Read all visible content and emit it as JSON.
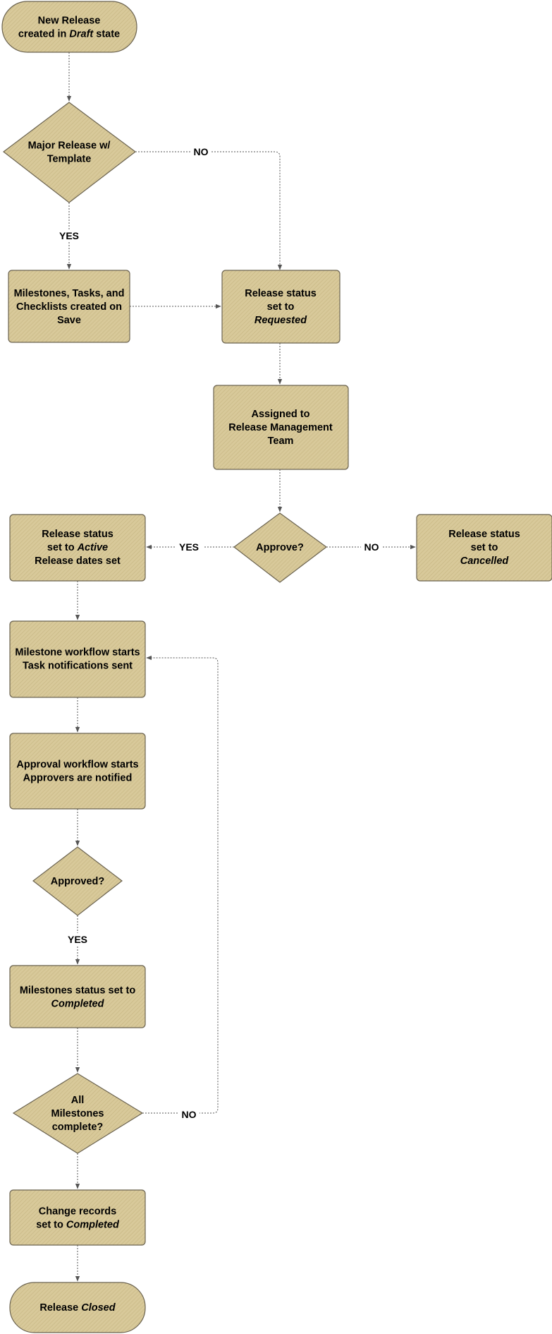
{
  "colors": {
    "node_fill": "#d8c99a",
    "node_hatch": "#c6b581",
    "node_stroke": "#6b6350",
    "connector": "#555555"
  },
  "nodes": {
    "start": {
      "lines": [
        [
          {
            "t": "New Release"
          }
        ],
        [
          {
            "t": "created in "
          },
          {
            "t": "Draft",
            "i": true
          },
          {
            "t": " state"
          }
        ]
      ]
    },
    "major": {
      "lines": [
        [
          {
            "t": "Major Release w/"
          }
        ],
        [
          {
            "t": "Template"
          }
        ]
      ]
    },
    "milestones": {
      "lines": [
        [
          {
            "t": "Milestones, Tasks, and"
          }
        ],
        [
          {
            "t": "Checklists created on"
          }
        ],
        [
          {
            "t": "Save"
          }
        ]
      ]
    },
    "requested": {
      "lines": [
        [
          {
            "t": "Release status"
          }
        ],
        [
          {
            "t": "set to"
          }
        ],
        [
          {
            "t": "Requested",
            "i": true
          }
        ]
      ]
    },
    "assigned": {
      "lines": [
        [
          {
            "t": "Assigned to"
          }
        ],
        [
          {
            "t": "Release Management"
          }
        ],
        [
          {
            "t": "Team"
          }
        ]
      ]
    },
    "approve": {
      "lines": [
        [
          {
            "t": "Approve?"
          }
        ]
      ]
    },
    "active": {
      "lines": [
        [
          {
            "t": "Release status"
          }
        ],
        [
          {
            "t": "set to "
          },
          {
            "t": "Active",
            "i": true
          }
        ],
        [
          {
            "t": "Release dates set"
          }
        ]
      ]
    },
    "cancelled": {
      "lines": [
        [
          {
            "t": "Release status"
          }
        ],
        [
          {
            "t": "set to"
          }
        ],
        [
          {
            "t": "Cancelled",
            "i": true
          }
        ]
      ]
    },
    "ms_workflow": {
      "lines": [
        [
          {
            "t": "Milestone workflow starts"
          }
        ],
        [
          {
            "t": "Task notifications sent"
          }
        ]
      ]
    },
    "ap_workflow": {
      "lines": [
        [
          {
            "t": "Approval workflow starts"
          }
        ],
        [
          {
            "t": "Approvers are notified"
          }
        ]
      ]
    },
    "approved": {
      "lines": [
        [
          {
            "t": "Approved?"
          }
        ]
      ]
    },
    "ms_completed": {
      "lines": [
        [
          {
            "t": "Milestones status set to"
          }
        ],
        [
          {
            "t": "Completed",
            "i": true
          }
        ]
      ]
    },
    "all_ms": {
      "lines": [
        [
          {
            "t": "All"
          }
        ],
        [
          {
            "t": "Milestones"
          }
        ],
        [
          {
            "t": "complete?"
          }
        ]
      ]
    },
    "change": {
      "lines": [
        [
          {
            "t": "Change records"
          }
        ],
        [
          {
            "t": "set to "
          },
          {
            "t": "Completed",
            "i": true
          }
        ]
      ]
    },
    "closed": {
      "lines": [
        [
          {
            "t": "Release "
          },
          {
            "t": "Closed",
            "i": true
          }
        ]
      ]
    }
  },
  "edges": [
    {
      "id": "start-major"
    },
    {
      "id": "major-milestones",
      "label": "YES"
    },
    {
      "id": "major-requested",
      "label": "NO"
    },
    {
      "id": "milestones-requested"
    },
    {
      "id": "requested-assigned"
    },
    {
      "id": "assigned-approve"
    },
    {
      "id": "approve-active",
      "label": "YES"
    },
    {
      "id": "approve-cancelled",
      "label": "NO"
    },
    {
      "id": "active-msworkflow"
    },
    {
      "id": "msworkflow-apworkflow"
    },
    {
      "id": "apworkflow-approved"
    },
    {
      "id": "approved-mscompleted",
      "label": "YES"
    },
    {
      "id": "mscompleted-allms"
    },
    {
      "id": "allms-change"
    },
    {
      "id": "allms-msworkflow",
      "label": "NO"
    },
    {
      "id": "change-closed"
    }
  ]
}
